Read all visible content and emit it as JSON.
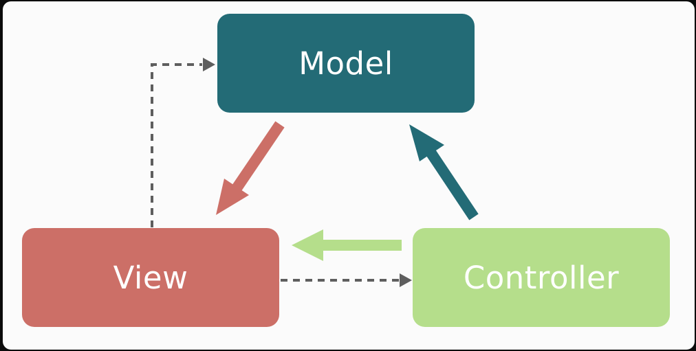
{
  "diagram": {
    "nodes": {
      "model": {
        "label": "Model",
        "color": "#236b76"
      },
      "view": {
        "label": "View",
        "color": "#cc6f67"
      },
      "controller": {
        "label": "Controller",
        "color": "#b5de8b"
      }
    },
    "edges": [
      {
        "from": "model",
        "to": "view",
        "style": "solid",
        "color": "#cc6f67"
      },
      {
        "from": "controller",
        "to": "model",
        "style": "solid",
        "color": "#236b76"
      },
      {
        "from": "controller",
        "to": "view",
        "style": "solid",
        "color": "#b5de8b"
      },
      {
        "from": "view",
        "to": "model",
        "style": "dashed",
        "color": "#5e5e5e"
      },
      {
        "from": "view",
        "to": "controller",
        "style": "dashed",
        "color": "#5e5e5e"
      }
    ]
  }
}
